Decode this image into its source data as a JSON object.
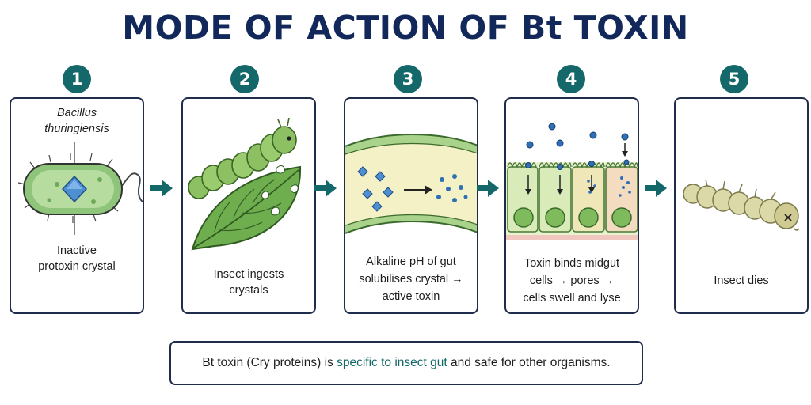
{
  "title": "MODE OF ACTION OF Bt TOXIN",
  "steps": [
    {
      "number": "1",
      "label_italic_line1": "Bacillus",
      "label_italic_line2": "thuringiensis",
      "caption_line1": "Inactive",
      "caption_line2": "protoxin crystal"
    },
    {
      "number": "2",
      "caption_line1": "Insect ingests",
      "caption_line2": "crystals"
    },
    {
      "number": "3",
      "caption_line1": "Alkaline pH of gut",
      "caption_line2": "solubilises crystal →",
      "caption_line3": "active toxin"
    },
    {
      "number": "4",
      "caption_line1": "Toxin binds midgut",
      "caption_line2": "cells → pores →",
      "caption_line3": "cells swell and lyse"
    },
    {
      "number": "5",
      "caption_line1": "Insect dies"
    }
  ],
  "note": {
    "before": "Bt toxin (Cry proteins) is ",
    "highlight": "specific to insect gut",
    "after": " and safe for other organisms."
  },
  "colors": {
    "title": "#13285a",
    "step_badge": "#14686a",
    "panel_border": "#1f2c4c",
    "arrow": "#14686a",
    "highlight": "#14686a",
    "bacterium_green": "#8ec57a",
    "crystal_blue": "#4e8fd1",
    "caterpillar_green": "#8cc063"
  },
  "icons": [
    "right-arrow-icon",
    "bacterium-icon",
    "caterpillar-icon",
    "leaf-icon",
    "gut-tube-icon",
    "midgut-cells-icon",
    "dead-caterpillar-icon"
  ]
}
